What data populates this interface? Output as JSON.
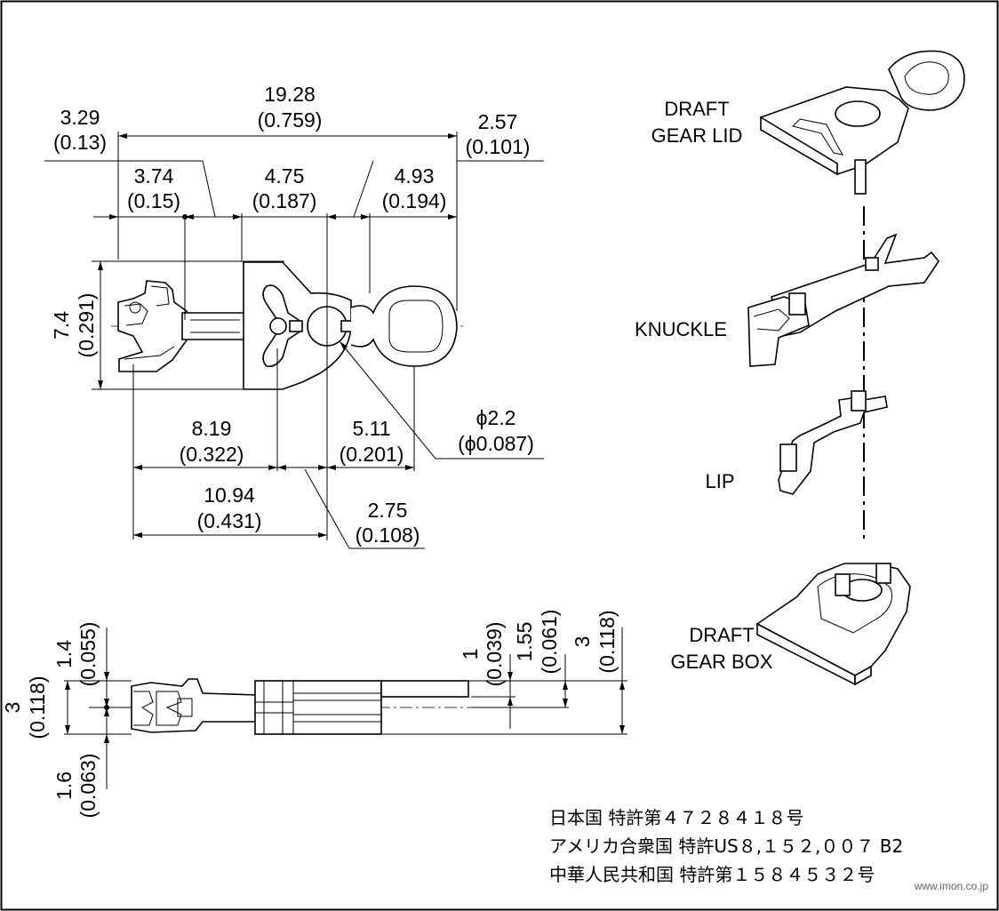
{
  "top_view_dimensions": [
    {
      "id": "overall",
      "mm": "19.28",
      "inch": "(0.759)"
    },
    {
      "id": "left-ext",
      "mm": "3.29",
      "inch": "(0.13)"
    },
    {
      "id": "right-ext",
      "mm": "2.57",
      "inch": "(0.101)"
    },
    {
      "id": "a",
      "mm": "3.74",
      "inch": "(0.15)"
    },
    {
      "id": "b",
      "mm": "4.75",
      "inch": "(0.187)"
    },
    {
      "id": "c",
      "mm": "4.93",
      "inch": "(0.194)"
    },
    {
      "id": "height",
      "mm": "7.4",
      "inch": "(0.291)"
    },
    {
      "id": "hole",
      "mm": "ϕ2.2",
      "inch": "(ϕ0.087)"
    },
    {
      "id": "d",
      "mm": "8.19",
      "inch": "(0.322)"
    },
    {
      "id": "e",
      "mm": "5.11",
      "inch": "(0.201)"
    },
    {
      "id": "f",
      "mm": "10.94",
      "inch": "(0.431)"
    },
    {
      "id": "g",
      "mm": "2.75",
      "inch": "(0.108)"
    }
  ],
  "side_view_dimensions": [
    {
      "id": "s1",
      "mm": "1.4",
      "inch": "(0.055)"
    },
    {
      "id": "s2",
      "mm": "3",
      "inch": "(0.118)"
    },
    {
      "id": "s3",
      "mm": "1.6",
      "inch": "(0.063)"
    },
    {
      "id": "s4",
      "mm": "1",
      "inch": "(0.039)"
    },
    {
      "id": "s5",
      "mm": "1.55",
      "inch": "(0.061)"
    },
    {
      "id": "s6",
      "mm": "3",
      "inch": "(0.118)"
    }
  ],
  "parts": [
    {
      "id": "draft-gear-lid",
      "line1": "DRAFT",
      "line2": "GEAR LID"
    },
    {
      "id": "knuckle",
      "line1": "KNUCKLE",
      "line2": ""
    },
    {
      "id": "lip",
      "line1": "LIP",
      "line2": ""
    },
    {
      "id": "draft-gear-box",
      "line1": "DRAFT",
      "line2": "GEAR BOX"
    }
  ],
  "patents": [
    "日本国 特許第４７２８４１８号",
    "アメリカ合衆国 特許US８,１５２,００７ B2",
    "中華人民共和国 特許第１５８４５３２号"
  ],
  "watermark": "www.imon.co.jp"
}
